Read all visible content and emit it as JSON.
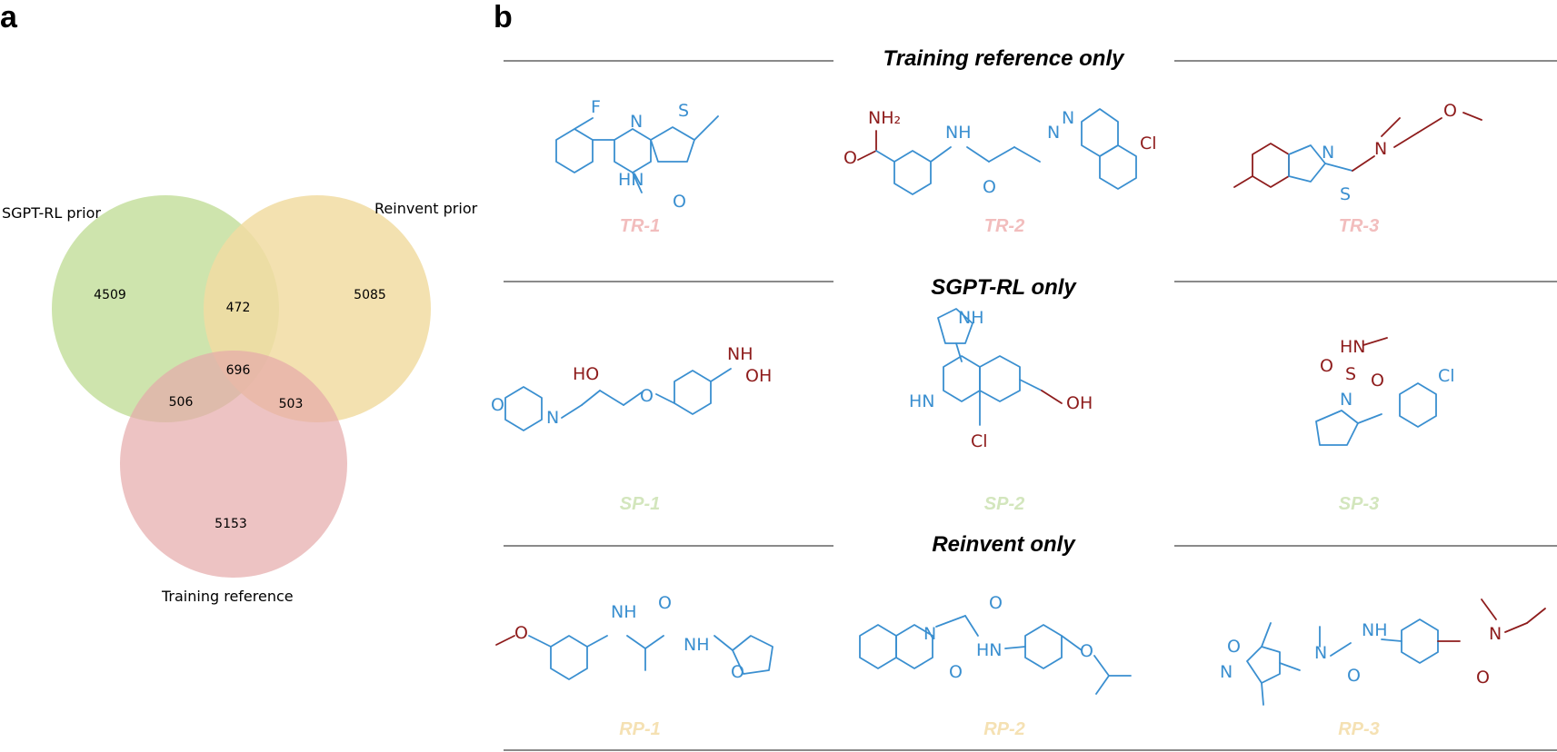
{
  "panels": {
    "a": "a",
    "b": "b"
  },
  "venn": {
    "sets": [
      {
        "label": "SGPT-RL prior",
        "color": "#c5df9f"
      },
      {
        "label": "Reinvent prior",
        "color": "#f1dca2"
      },
      {
        "label": "Training reference",
        "color": "#e6aaa9"
      }
    ],
    "regions": {
      "sgpt_only": "4509",
      "reinvent_only": "5085",
      "training_only": "5153",
      "sgpt_reinvent": "472",
      "sgpt_training": "506",
      "reinvent_training": "503",
      "all_three": "696"
    }
  },
  "sections": [
    {
      "title": "Training reference only",
      "label_color": "#f2bdbd",
      "molecules": [
        "TR-1",
        "TR-2",
        "TR-3"
      ]
    },
    {
      "title": "SGPT-RL only",
      "label_color": "#d3e6bd",
      "molecules": [
        "SP-1",
        "SP-2",
        "SP-3"
      ]
    },
    {
      "title": "Reinvent only",
      "label_color": "#f5e1b3",
      "molecules": [
        "RP-1",
        "RP-2",
        "RP-3"
      ]
    }
  ],
  "atoms": {
    "F": "F",
    "S": "S",
    "N": "N",
    "NH": "NH",
    "HN": "HN",
    "O": "O",
    "NH2": "NH₂",
    "Cl": "Cl",
    "HO": "HO",
    "OH": "OH"
  },
  "colors": {
    "scaffold_blue": "#3a8fd0",
    "substituent_red": "#8e1c1c",
    "rule_gray": "#8a8a8a"
  }
}
